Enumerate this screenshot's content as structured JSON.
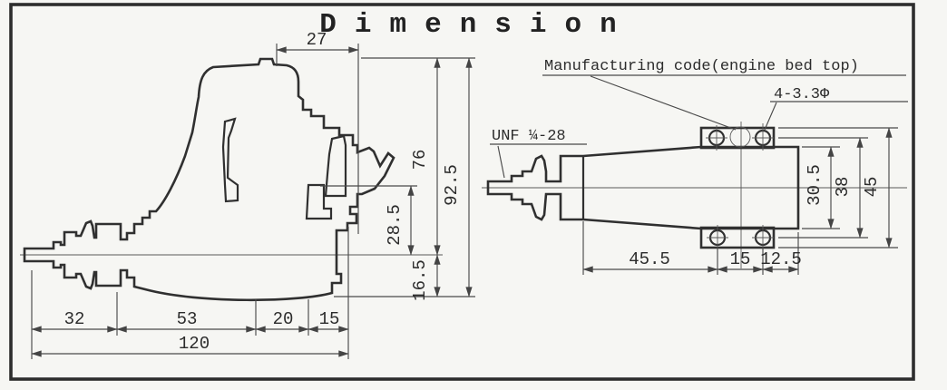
{
  "title": "Dimension",
  "colors": {
    "line": "#303030",
    "thin_line": "#4a4a4a",
    "text": "#2c2c2c",
    "paper": "#f6f6f3"
  },
  "annotations": {
    "manufacturing_code_label": "Manufacturing code(engine bed top)",
    "mount_holes_label": "4-3.3Φ",
    "crank_thread_label": "UNF ¼-28"
  },
  "side_view": {
    "dim_head_width": "27",
    "dim_height_above_centerline": "76",
    "dim_overall_height": "92.5",
    "dim_carb_height": "28.5",
    "dim_below_centerline": "16.5",
    "dim_crankshaft_length": "32",
    "dim_case_front_length": "53",
    "dim_mount_length": "20",
    "dim_rear_length": "15",
    "dim_overall_length": "120"
  },
  "top_view": {
    "dim_body_width": "30.5",
    "dim_hole_span_width": "38",
    "dim_lug_span_width": "45",
    "dim_front_to_hole_length": "45.5",
    "dim_hole_spacing": "15",
    "dim_hole_to_rear": "12.5"
  }
}
